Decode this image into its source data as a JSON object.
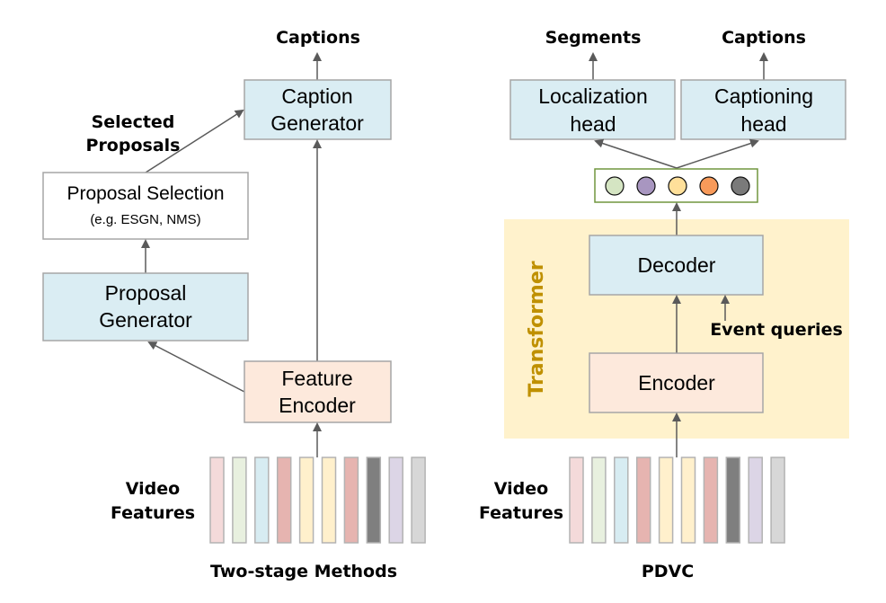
{
  "colors": {
    "blue_box": "#daedf3",
    "peach_box": "#fde9dc",
    "white_box": "#ffffff",
    "box_border": "#a6a6a6",
    "transformer_bg": "#fff2cc",
    "transformer_text": "#bf9000",
    "query_border": "#70963e",
    "arrow": "#5a5a5a"
  },
  "left": {
    "title": "Two-stage Methods",
    "output_label": "Captions",
    "selected_proposals_line1": "Selected",
    "selected_proposals_line2": "Proposals",
    "caption_generator": [
      "Caption",
      "Generator"
    ],
    "proposal_selection": "Proposal Selection",
    "proposal_selection_sub": "(e.g. ESGN, NMS)",
    "proposal_generator": [
      "Proposal",
      "Generator"
    ],
    "feature_encoder": [
      "Feature",
      "Encoder"
    ],
    "video_features": [
      "Video",
      "Features"
    ]
  },
  "right": {
    "title": "PDVC",
    "segments_label": "Segments",
    "captions_label": "Captions",
    "localization_head": [
      "Localization",
      "head"
    ],
    "captioning_head": [
      "Captioning",
      "head"
    ],
    "transformer_label": "Transformer",
    "decoder": "Decoder",
    "encoder": "Encoder",
    "event_queries": "Event queries",
    "video_features": [
      "Video",
      "Features"
    ]
  },
  "query_colors": [
    "#d5e5c3",
    "#a896c0",
    "#ffe09a",
    "#f89a5a",
    "#7a7a7a"
  ],
  "feature_colors": [
    "#f4dada",
    "#e8f0df",
    "#d7ecf2",
    "#e6b4b0",
    "#fff0cc",
    "#fff0cc",
    "#e6b4b0",
    "#7f7f7f",
    "#dcd5e6",
    "#d7d7d7"
  ]
}
